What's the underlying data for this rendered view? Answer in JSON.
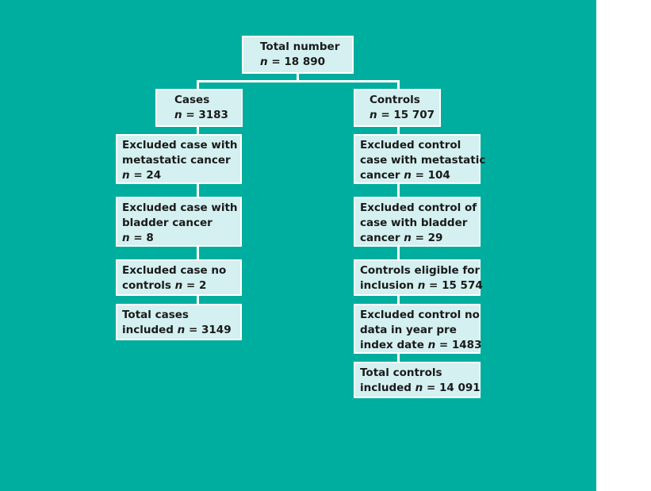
{
  "colors": {
    "background": "#00ae9f",
    "box_fill": "#d4f0f0",
    "connector": "#ffffff",
    "text": "#1a1a1a"
  },
  "root": {
    "line1": "Total number",
    "n_label": "n",
    "n_value": " = 18 890"
  },
  "cases": {
    "header": {
      "line1": "Cases",
      "n_label": "n",
      "n_value": " = 3183"
    },
    "steps": [
      {
        "line1": "Excluded case with",
        "line2": "metastatic cancer",
        "n_label": "n",
        "n_value": " = 24"
      },
      {
        "line1": "Excluded case with",
        "line2": "bladder cancer",
        "n_label": "n",
        "n_value": " = 8"
      },
      {
        "line1": "Excluded case no",
        "line2_prefix": "controls ",
        "n_label": "n",
        "n_value": " = 2"
      },
      {
        "line1": "Total cases",
        "line2_prefix": "included ",
        "n_label": "n",
        "n_value": " = 3149"
      }
    ]
  },
  "controls": {
    "header": {
      "line1": "Controls",
      "n_label": "n",
      "n_value": " = 15 707"
    },
    "steps": [
      {
        "line1": "Excluded control",
        "line2": "case with metastatic",
        "line3_prefix": "cancer ",
        "n_label": "n",
        "n_value": " = 104"
      },
      {
        "line1": "Excluded control of",
        "line2": "case with bladder",
        "line3_prefix": "cancer ",
        "n_label": "n",
        "n_value": " = 29"
      },
      {
        "line1": "Controls eligible for",
        "line2_prefix": "inclusion ",
        "n_label": "n",
        "n_value": " = 15 574"
      },
      {
        "line1": "Excluded control no",
        "line2": "data in year pre",
        "line3_prefix": "index date ",
        "n_label": "n",
        "n_value": " = 1483"
      },
      {
        "line1": "Total controls",
        "line2_prefix": "included ",
        "n_label": "n",
        "n_value": " = 14 091"
      }
    ]
  }
}
